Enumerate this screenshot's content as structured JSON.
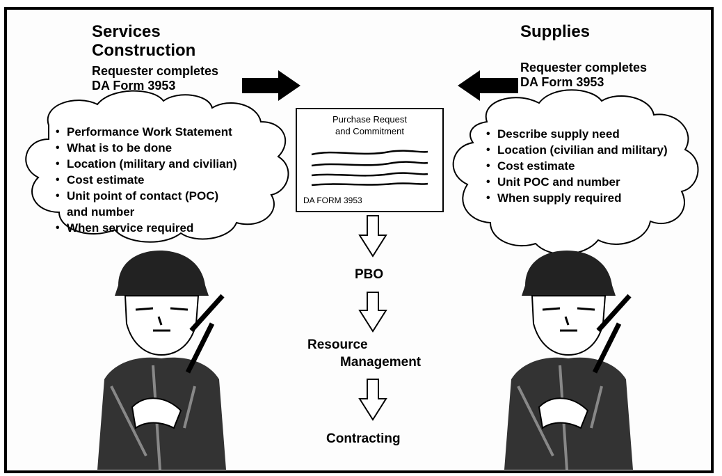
{
  "left": {
    "title_line1": "Services",
    "title_line2": "Construction",
    "sub_line1": "Requester completes",
    "sub_line2": "DA Form 3953",
    "bullets": [
      "Performance Work Statement",
      "What is to be done",
      "Location (military and civilian)",
      "Cost estimate",
      "Unit point of contact (POC)\nand number",
      "When service required"
    ]
  },
  "right": {
    "title": "Supplies",
    "sub_line1": "Requester completes",
    "sub_line2": "DA Form 3953",
    "bullets": [
      "Describe supply need",
      "Location (civilian and military)",
      "Cost estimate",
      "Unit POC and number",
      "When supply required"
    ]
  },
  "form": {
    "title_line1": "Purchase Request",
    "title_line2": "and Commitment",
    "footer": "DA FORM 3953"
  },
  "flow": {
    "step1": "PBO",
    "step2_line1": "Resource",
    "step2_line2": "Management",
    "step3": "Contracting"
  },
  "colors": {
    "ink": "#000000",
    "paper": "#ffffff"
  },
  "icons": [
    "right-arrow-icon",
    "left-arrow-icon",
    "down-arrow-icon",
    "soldier-icon"
  ]
}
